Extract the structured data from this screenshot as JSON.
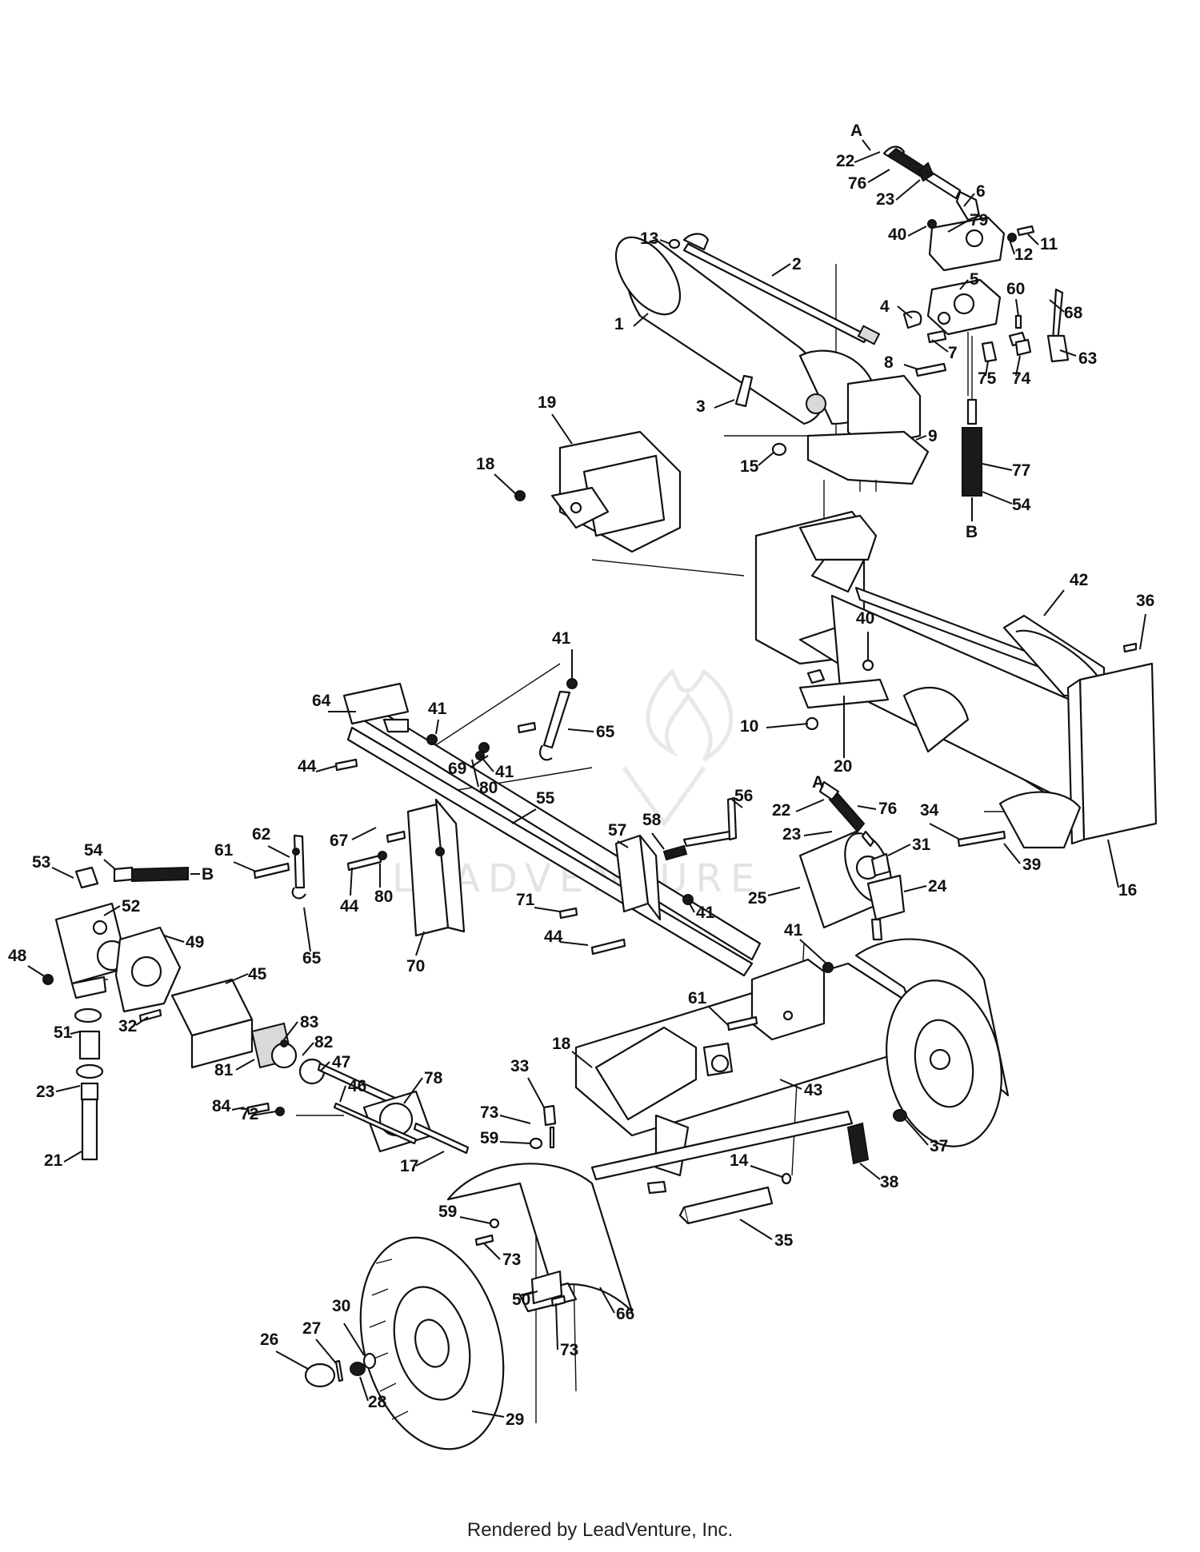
{
  "diagram": {
    "callouts": [
      {
        "id": "c-A-top",
        "label": "A"
      },
      {
        "id": "c-22-top",
        "label": "22"
      },
      {
        "id": "c-76-top",
        "label": "76"
      },
      {
        "id": "c-23-top",
        "label": "23"
      },
      {
        "id": "c-6",
        "label": "6"
      },
      {
        "id": "c-13",
        "label": "13"
      },
      {
        "id": "c-2",
        "label": "2"
      },
      {
        "id": "c-40-top",
        "label": "40"
      },
      {
        "id": "c-79",
        "label": "79"
      },
      {
        "id": "c-11",
        "label": "11"
      },
      {
        "id": "c-12",
        "label": "12"
      },
      {
        "id": "c-5",
        "label": "5"
      },
      {
        "id": "c-1",
        "label": "1"
      },
      {
        "id": "c-4",
        "label": "4"
      },
      {
        "id": "c-60",
        "label": "60"
      },
      {
        "id": "c-68",
        "label": "68"
      },
      {
        "id": "c-7",
        "label": "7"
      },
      {
        "id": "c-8",
        "label": "8"
      },
      {
        "id": "c-75",
        "label": "75"
      },
      {
        "id": "c-74",
        "label": "74"
      },
      {
        "id": "c-63",
        "label": "63"
      },
      {
        "id": "c-3",
        "label": "3"
      },
      {
        "id": "c-19",
        "label": "19"
      },
      {
        "id": "c-9",
        "label": "9"
      },
      {
        "id": "c-18-top",
        "label": "18"
      },
      {
        "id": "c-15",
        "label": "15"
      },
      {
        "id": "c-77",
        "label": "77"
      },
      {
        "id": "c-54-top",
        "label": "54"
      },
      {
        "id": "c-B-top",
        "label": "B"
      },
      {
        "id": "c-42",
        "label": "42"
      },
      {
        "id": "c-36",
        "label": "36"
      },
      {
        "id": "c-40-mid",
        "label": "40"
      },
      {
        "id": "c-41-top",
        "label": "41"
      },
      {
        "id": "c-65-top",
        "label": "65"
      },
      {
        "id": "c-64",
        "label": "64"
      },
      {
        "id": "c-41-a",
        "label": "41"
      },
      {
        "id": "c-10",
        "label": "10"
      },
      {
        "id": "c-20",
        "label": "20"
      },
      {
        "id": "c-69",
        "label": "69"
      },
      {
        "id": "c-41-b",
        "label": "41"
      },
      {
        "id": "c-80-a",
        "label": "80"
      },
      {
        "id": "c-44-a",
        "label": "44"
      },
      {
        "id": "c-A-mid",
        "label": "A"
      },
      {
        "id": "c-22-mid",
        "label": "22"
      },
      {
        "id": "c-76-mid",
        "label": "76"
      },
      {
        "id": "c-34",
        "label": "34"
      },
      {
        "id": "c-56",
        "label": "56"
      },
      {
        "id": "c-55",
        "label": "55"
      },
      {
        "id": "c-62",
        "label": "62"
      },
      {
        "id": "c-61-a",
        "label": "61"
      },
      {
        "id": "c-67",
        "label": "67"
      },
      {
        "id": "c-57",
        "label": "57"
      },
      {
        "id": "c-58",
        "label": "58"
      },
      {
        "id": "c-39",
        "label": "39"
      },
      {
        "id": "c-23-mid",
        "label": "23"
      },
      {
        "id": "c-31",
        "label": "31"
      },
      {
        "id": "c-16",
        "label": "16"
      },
      {
        "id": "c-53",
        "label": "53"
      },
      {
        "id": "c-54-mid",
        "label": "54"
      },
      {
        "id": "c-B-mid",
        "label": "B"
      },
      {
        "id": "c-44-b",
        "label": "44"
      },
      {
        "id": "c-80-b",
        "label": "80"
      },
      {
        "id": "c-24",
        "label": "24"
      },
      {
        "id": "c-25",
        "label": "25"
      },
      {
        "id": "c-71",
        "label": "71"
      },
      {
        "id": "c-52",
        "label": "52"
      },
      {
        "id": "c-41-c",
        "label": "41"
      },
      {
        "id": "c-44-c",
        "label": "44"
      },
      {
        "id": "c-41-d",
        "label": "41"
      },
      {
        "id": "c-48",
        "label": "48"
      },
      {
        "id": "c-49",
        "label": "49"
      },
      {
        "id": "c-65-mid",
        "label": "65"
      },
      {
        "id": "c-70",
        "label": "70"
      },
      {
        "id": "c-45",
        "label": "45"
      },
      {
        "id": "c-32",
        "label": "32"
      },
      {
        "id": "c-61-b",
        "label": "61"
      },
      {
        "id": "c-83",
        "label": "83"
      },
      {
        "id": "c-51",
        "label": "51"
      },
      {
        "id": "c-82",
        "label": "82"
      },
      {
        "id": "c-47",
        "label": "47"
      },
      {
        "id": "c-18-mid",
        "label": "18"
      },
      {
        "id": "c-81",
        "label": "81"
      },
      {
        "id": "c-46",
        "label": "46"
      },
      {
        "id": "c-33",
        "label": "33"
      },
      {
        "id": "c-43",
        "label": "43"
      },
      {
        "id": "c-23-low",
        "label": "23"
      },
      {
        "id": "c-78",
        "label": "78"
      },
      {
        "id": "c-73-a",
        "label": "73"
      },
      {
        "id": "c-84",
        "label": "84"
      },
      {
        "id": "c-72",
        "label": "72"
      },
      {
        "id": "c-59-a",
        "label": "59"
      },
      {
        "id": "c-37",
        "label": "37"
      },
      {
        "id": "c-21",
        "label": "21"
      },
      {
        "id": "c-17",
        "label": "17"
      },
      {
        "id": "c-14",
        "label": "14"
      },
      {
        "id": "c-38",
        "label": "38"
      },
      {
        "id": "c-35",
        "label": "35"
      },
      {
        "id": "c-59-b",
        "label": "59"
      },
      {
        "id": "c-73-b",
        "label": "73"
      },
      {
        "id": "c-50",
        "label": "50"
      },
      {
        "id": "c-66",
        "label": "66"
      },
      {
        "id": "c-73-c",
        "label": "73"
      },
      {
        "id": "c-30",
        "label": "30"
      },
      {
        "id": "c-26",
        "label": "26"
      },
      {
        "id": "c-27",
        "label": "27"
      },
      {
        "id": "c-28",
        "label": "28"
      },
      {
        "id": "c-29",
        "label": "29"
      }
    ],
    "footer": "Rendered by LeadVenture, Inc."
  }
}
